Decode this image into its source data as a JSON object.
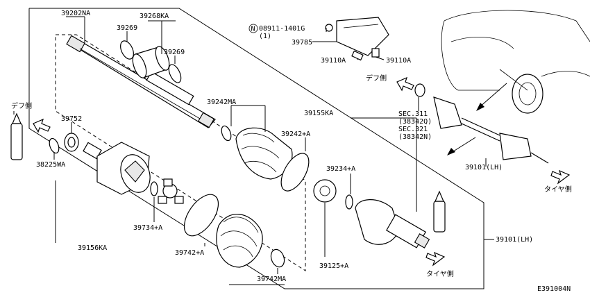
{
  "diagram": {
    "part_labels": {
      "p39202NA": "39202NA",
      "p39268KA": "39268KA",
      "p39269_a": "39269",
      "p39269_b": "39269",
      "p39752": "39752",
      "p38225WA": "38225WA",
      "p39242MA_top": "39242MA",
      "p39242A": "39242+A",
      "p39155KA": "39155KA",
      "p39234A": "39234+A",
      "p39734A": "39734+A",
      "p39742A": "39742+A",
      "p39742MA": "39742MA",
      "p39156KA": "39156KA",
      "p39125A": "39125+A",
      "p39101LH_main": "39101(LH)",
      "p39101LH_car": "39101(LH)",
      "p08911": "08911-1401G",
      "p08911_qty": "(1)",
      "p39785": "39785",
      "p39110A_left": "39110A",
      "p39110A_right": "39110A",
      "sec311": "SEC.311",
      "sec311_ref": "(38342Q)",
      "sec321": "SEC.321",
      "sec321_ref": "(38342N)"
    },
    "direction_labels": {
      "diff_left": "デフ側",
      "diff_right": "デフ側",
      "tire_main": "タイヤ側",
      "tire_car": "タイヤ側"
    },
    "nut_symbol": "N",
    "diagram_code": "E391004N"
  }
}
